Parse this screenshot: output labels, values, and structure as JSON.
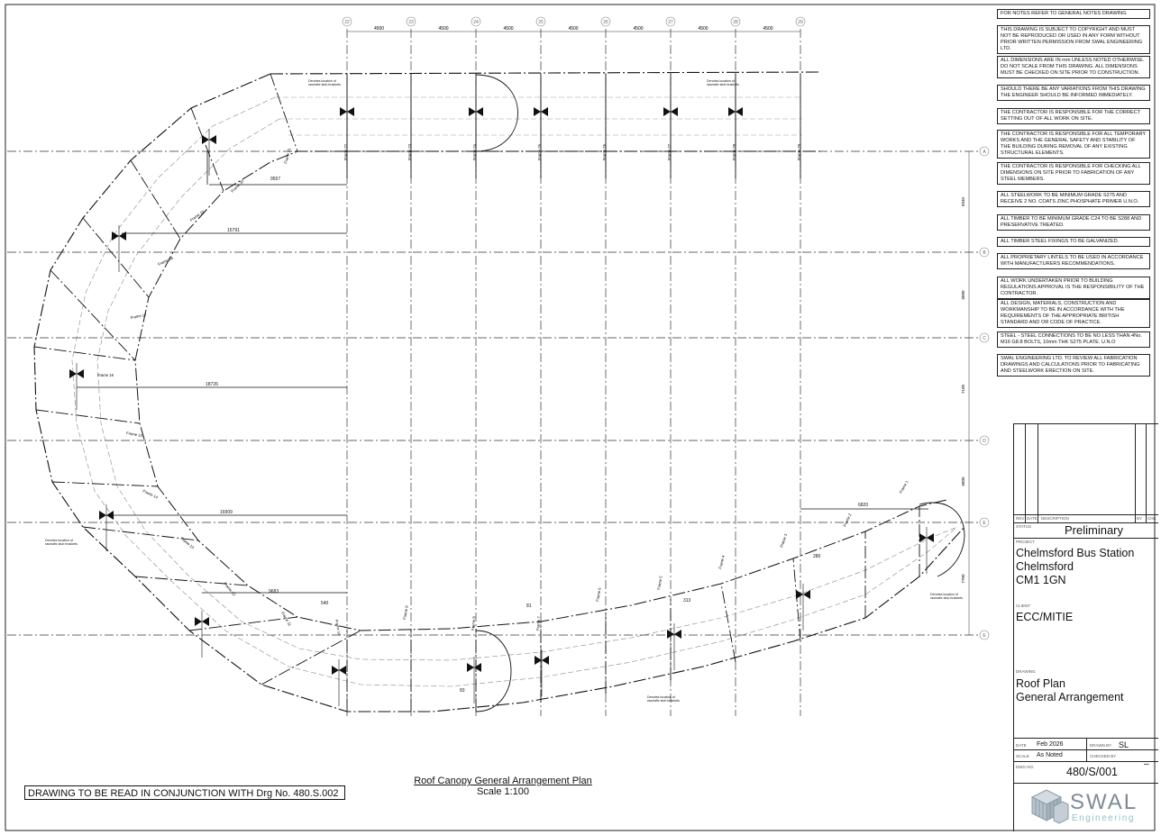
{
  "grid": {
    "columns": [
      "22",
      "23",
      "24",
      "25",
      "26",
      "27",
      "28",
      "29"
    ],
    "column_spacings": [
      "4500",
      "4500",
      "4500",
      "4500",
      "4500",
      "4500",
      "4500"
    ],
    "rows": [
      "A",
      "B",
      "C",
      "D",
      "E",
      "E"
    ]
  },
  "row_dimensions": [
    "6940",
    "6880",
    "7100",
    "6800",
    "7700"
  ],
  "dimensions": {
    "d9557": "9557",
    "d15791": "15791",
    "d18726": "18726",
    "d16909": "16909",
    "d9683": "9683",
    "d540": "540",
    "d6820": "6820",
    "d280": "280",
    "d313": "313",
    "d81": "81",
    "d83": "83"
  },
  "frame_labels": [
    "Frame 21",
    "Frame 20",
    "Frame 19",
    "Frame 18",
    "Frame 17",
    "Frame 16",
    "Frame 15",
    "Frame 14",
    "Frame 13",
    "Frame 12",
    "Frame 11",
    "Frame 10",
    "Frame 9",
    "Frame 8",
    "Frame 7",
    "Frame 6",
    "Frame 5",
    "Frame 4",
    "Frame 3",
    "Frame 2",
    "Frame 1",
    "Frame 22",
    "Frame 23",
    "Frame 24",
    "Frame 25",
    "Frame 26",
    "Frame 27",
    "Frame 28",
    "Frame 29"
  ],
  "annotations": {
    "column_note": "Denotes location of rasmafix stub brackets"
  },
  "notes": [
    "FOR NOTES REFER TO GENERAL NOTES DRAWING",
    "THIS DRAWING IS SUBJECT TO COPYRIGHT AND MUST NOT BE REPRODUCED OR USED IN ANY FORM WITHOUT PRIOR WRITTEN PERMISSION FROM SWAL ENGINEERING LTD.",
    "ALL DIMENSIONS ARE IN mm UNLESS NOTED OTHERWISE. DO NOT SCALE FROM THIS DRAWING. ALL DIMENSIONS MUST BE CHECKED ON SITE PRIOR TO CONSTRUCTION.",
    "SHOULD THERE BE ANY VARIATIONS FROM THIS DRAWING THE ENGINEER SHOULD BE INFORMED IMMEDIATELY.",
    "THE CONTRACTOR IS RESPONSIBLE FOR THE CORRECT SETTING OUT OF ALL WORK ON SITE.",
    "THE CONTRACTOR IS RESPONSIBLE FOR ALL TEMPORARY WORKS AND THE GENERAL SAFETY AND STABILITY OF THE BUILDING DURING REMOVAL OF ANY EXISTING STRUCTURAL ELEMENTS.",
    "THE CONTRACTOR IS RESPONSIBLE FOR CHECKING ALL DIMENSIONS ON SITE PRIOR TO FABRICATION OF ANY STEEL MEMBERS.",
    "ALL STEELWORK TO BE MINIMUM GRADE S275 AND RECEIVE 2 NO. COATS ZINC PHOSPHATE PRIMER U.N.O.",
    "ALL TIMBER TO BE MINIMUM GRADE C24 TO BE S288 AND PRESERVATIVE TREATED.",
    "ALL TIMBER STEEL FIXINGS TO BE GALVANIZED.",
    "ALL PROPRIETARY LINTELS TO BE USED IN ACCORDANCE WITH MANUFACTURERS RECOMMENDATIONS.",
    "ALL WORK UNDERTAKEN PRIOR TO BUILDING REGULATIONS APPROVAL IS THE RESPONSIBILITY OF THE CONTRACTOR.",
    "ALL DESIGN, MATERIALS, CONSTRUCTION AND WORKMANSHIP TO BE IN ACCORDANCE WITH THE REQUIREMENTS OF THE APPROPRIATE BRITISH STANDARD AND OR CODE OF PRACTICE.",
    "STEEL - STEEL CONNECTIONS TO BE NO LESS THAN 4No. M16 G8.8 BOLTS, 10mm THK S275 PLATE. U.N.O",
    "SWAL ENGINEERING LTD. TO REVIEW ALL FABRICATION DRAWINGS AND CALCULATIONS PRIOR TO FABRICATING AND STEELWORK ERECTION ON SITE."
  ],
  "title_block": {
    "rev_headers": [
      "REV",
      "DATE",
      "DESCRIPTION",
      "BY",
      "CHK"
    ],
    "status_label": "STATUS",
    "status": "Preliminary",
    "project_label": "PROJECT",
    "project_lines": [
      "Chelmsford Bus Station",
      "Chelmsford",
      "CM1 1GN"
    ],
    "client_label": "CLIENT",
    "client": "ECC/MITIE",
    "drawing_label": "DRAWING",
    "drawing_lines": [
      "Roof Plan",
      "General Arrangement"
    ],
    "date_label": "DATE",
    "date": "Feb 2026",
    "drawn_label": "DRAWN BY",
    "drawn": "SL",
    "scale_label": "SCALE",
    "scale": "As Noted",
    "checked_label": "CHECKED BY",
    "dwg_label": "DWG NO.",
    "dwg_no": "480/S/001",
    "dash": "–",
    "logo_name": "SWAL",
    "logo_sub": "Engineering"
  },
  "read_with": "DRAWING TO BE READ IN CONJUNCTION WITH Drg No. 480.S.002",
  "plan_title": "Roof Canopy General Arrangement Plan",
  "plan_scale": "Scale 1:100"
}
